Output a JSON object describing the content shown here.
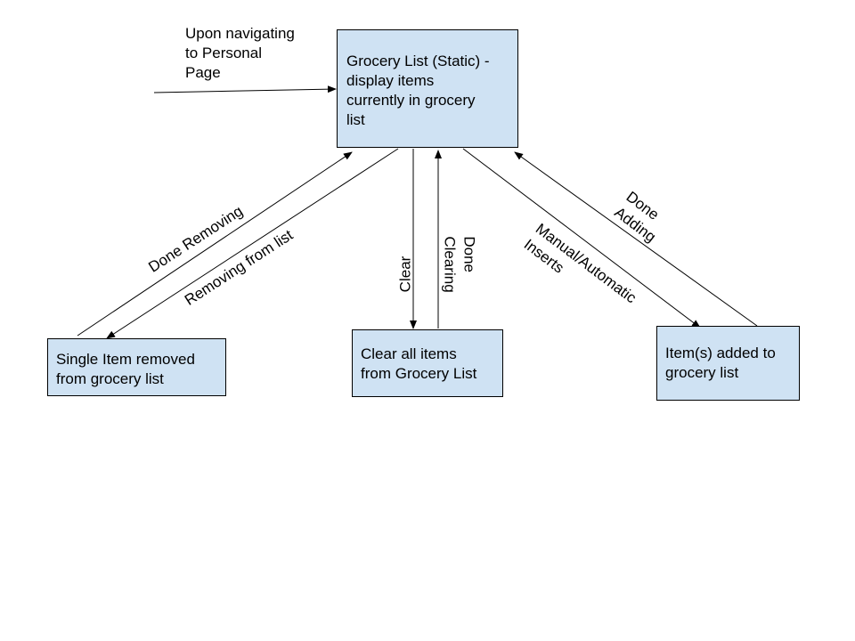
{
  "nodes": {
    "main": "Grocery List (Static) -\ndisplay items\ncurrently in grocery\nlist",
    "remove_single": "Single Item removed\nfrom grocery list",
    "clear_all": "Clear all items\nfrom Grocery List",
    "add_items": "Item(s) added to\ngrocery list"
  },
  "entry_note": "Upon navigating\nto Personal\nPage",
  "edges": {
    "done_removing": "Done Removing",
    "removing_from_list": "Removing from list",
    "clear": "Clear",
    "done_clearing": "Done\nClearing",
    "manual_automatic_inserts": "Manual/Automatic\nInserts",
    "done_adding": "Done\nAdding"
  },
  "colors": {
    "node_fill": "#cfe2f3",
    "stroke": "#000000"
  }
}
